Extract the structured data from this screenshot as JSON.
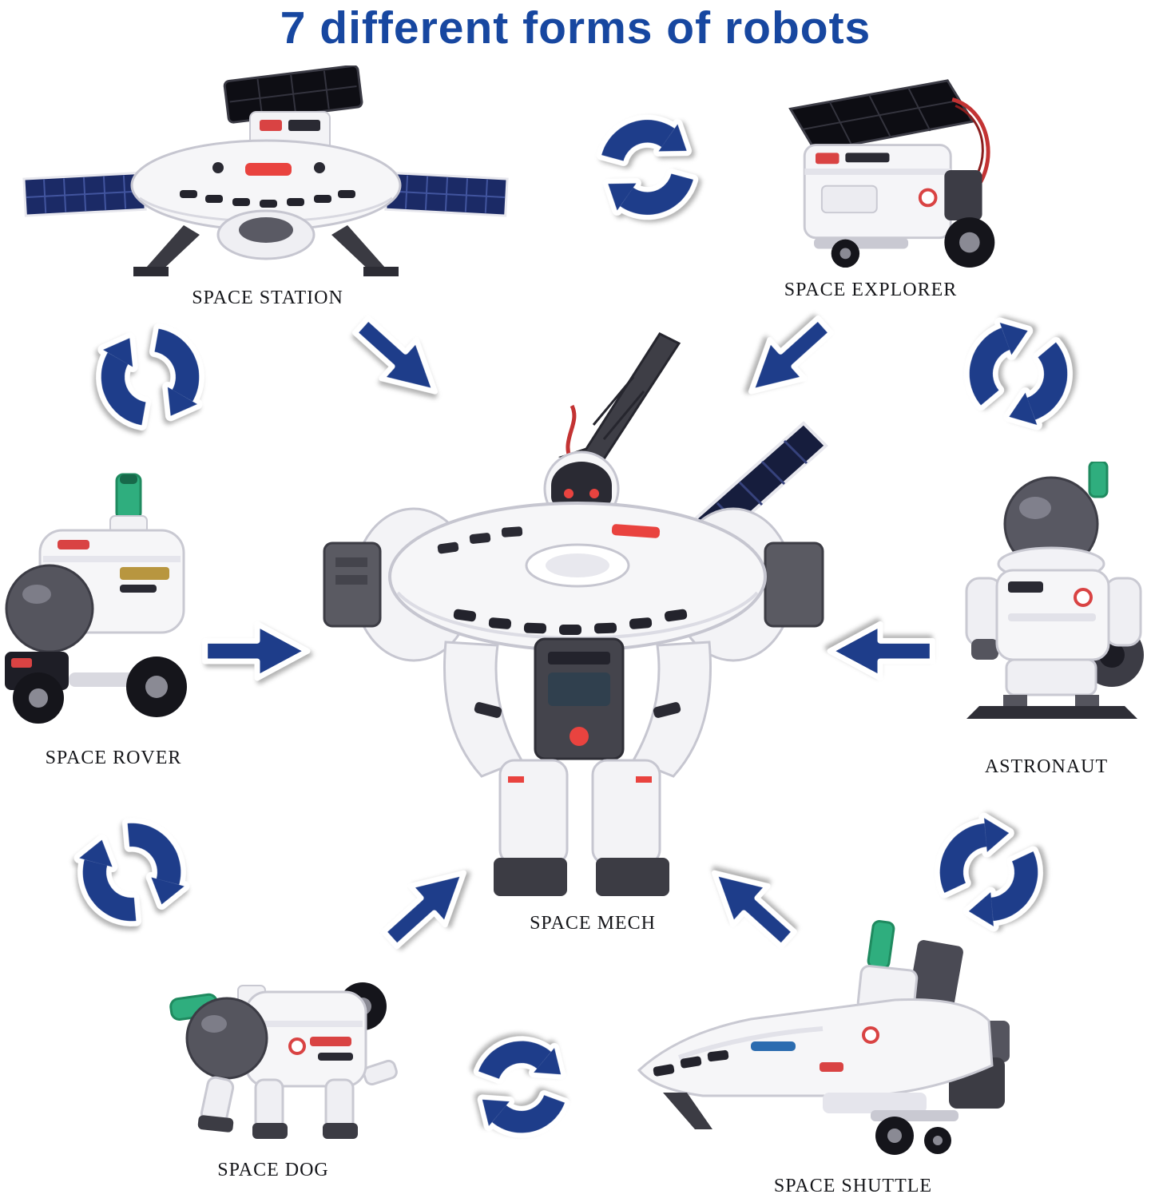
{
  "title": "7 different forms of robots",
  "colors": {
    "title_blue": "#1747a0",
    "arrow_navy": "#1e3d8a",
    "label_text": "#15161a",
    "accent_red": "#d94343",
    "antenna_green": "#2fae7e",
    "solar_panel_navy": "#1b2a66"
  },
  "robots": {
    "space_station": {
      "label": "SPACE STATION"
    },
    "space_explorer": {
      "label": "SPACE EXPLORER"
    },
    "space_rover": {
      "label": "SPACE ROVER"
    },
    "astronaut": {
      "label": "ASTRONAUT"
    },
    "space_mech": {
      "label": "SPACE MECH"
    },
    "space_dog": {
      "label": "SPACE DOG"
    },
    "space_shuttle": {
      "label": "SPACE SHUTTLE"
    }
  },
  "icons": {
    "cycle_arrow": "cycle-arrow-icon",
    "block_arrow": "block-arrow-icon"
  }
}
